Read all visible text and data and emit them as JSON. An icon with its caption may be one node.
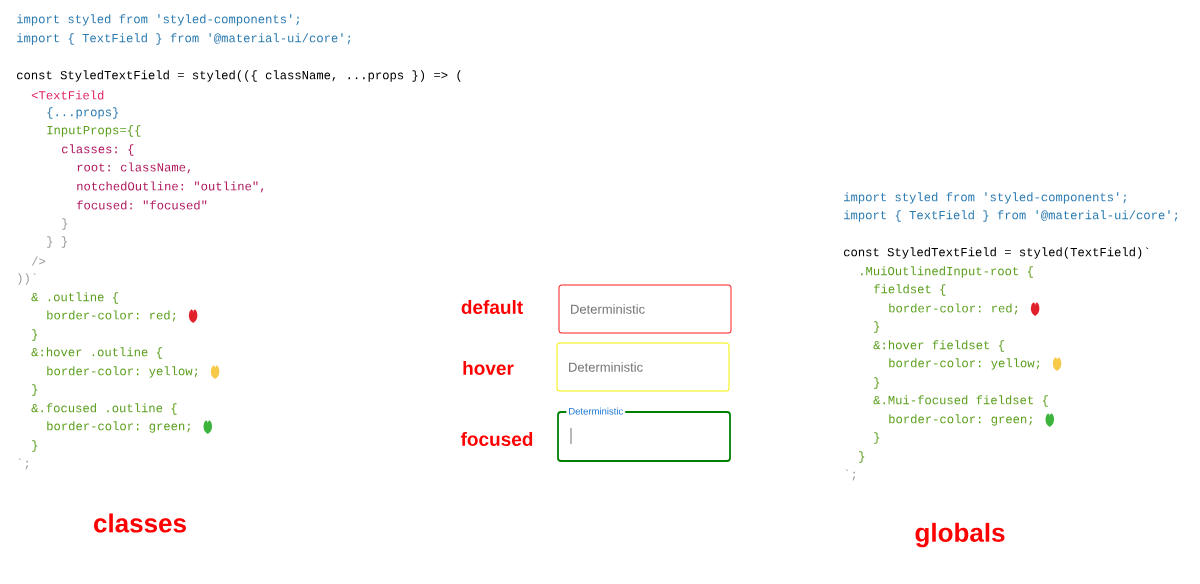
{
  "diagram": {
    "nodes": [
      {
        "text": [
          "Deterministic"
        ],
        "beside": [
          "default"
        ]
      },
      {
        "text": [
          "Deterministic"
        ],
        "beside": [
          "hover"
        ]
      },
      {
        "text": [
          "Deterministic"
        ],
        "beside": [
          "focused"
        ]
      }
    ],
    "labels": [
      "import styled from 'styled-components';",
      "import { TextField } from '@material-ui/core';",
      "const StyledTextField = styled(({ className, ...props }) => (",
      "<TextField",
      "{...props}",
      "InputProps={{",
      "classes: {",
      "root: className,",
      "notchedOutline: \"outline\",",
      "focused: \"focused\"",
      "}",
      "} }",
      "/>",
      "))`",
      "& .outline {",
      "border-color: red;",
      "}",
      "&:hover .outline {",
      "border-color: yellow;",
      "}",
      "&.focused .outline {",
      "border-color: green;",
      "}",
      "`;",
      "classes",
      "import styled from 'styled-components';",
      "import { TextField } from '@material-ui/core';",
      "const StyledTextField = styled(TextField)`",
      ".MuiOutlinedInput-root {",
      "fieldset {",
      "border-color: red;",
      "}",
      "&:hover fieldset {",
      "border-color: yellow;",
      "}",
      "&.Mui-focused fieldset {",
      "border-color: green;",
      "}",
      "}",
      "`;",
      "globals"
    ]
  }
}
